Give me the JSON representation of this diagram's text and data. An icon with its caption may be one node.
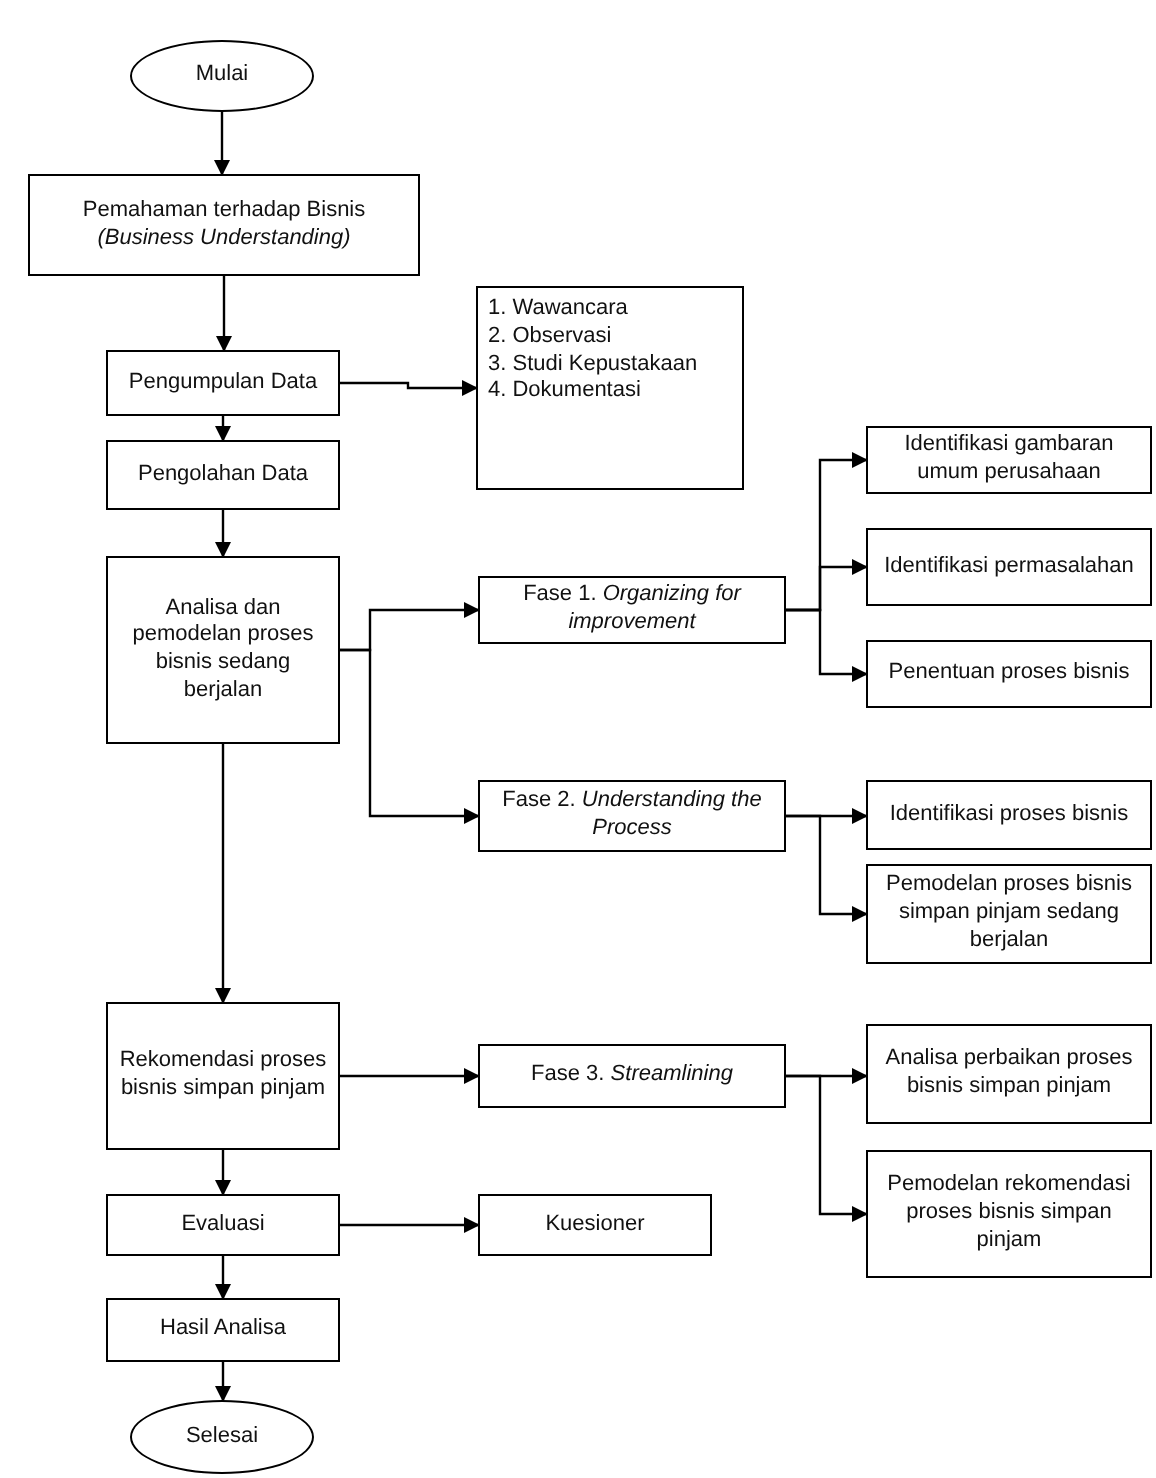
{
  "diagram": {
    "nodes": [
      {
        "text": [
          "Mulai"
        ]
      },
      {
        "text": [
          "Pemahaman terhadap Bisnis *(Business Understanding)*"
        ]
      },
      {
        "text": [
          "Pengumpulan Data"
        ]
      },
      {
        "text": [
          "1. Wawancara",
          "2. Observasi",
          "3. Studi Kepustakaan",
          "4. Dokumentasi"
        ]
      },
      {
        "text": [
          "Pengolahan Data"
        ]
      },
      {
        "text": [
          "Analisa dan pemodelan proses bisnis sedang berjalan"
        ]
      },
      {
        "text": [
          "Fase 1. *Organizing for improvement*"
        ]
      },
      {
        "text": [
          "Identifikasi gambaran umum perusahaan"
        ]
      },
      {
        "text": [
          "Identifikasi permasalahan"
        ]
      },
      {
        "text": [
          "Penentuan proses bisnis"
        ]
      },
      {
        "text": [
          "Fase 2. *Understanding the Process*"
        ]
      },
      {
        "text": [
          "Identifikasi proses bisnis"
        ]
      },
      {
        "text": [
          "Pemodelan proses bisnis simpan pinjam sedang berjalan"
        ]
      },
      {
        "text": [
          "Rekomendasi proses bisnis simpan pinjam"
        ]
      },
      {
        "text": [
          "Fase 3. *Streamlining*"
        ]
      },
      {
        "text": [
          "Analisa perbaikan proses bisnis simpan pinjam"
        ]
      },
      {
        "text": [
          "Pemodelan rekomendasi proses bisnis simpan pinjam"
        ]
      },
      {
        "text": [
          "Evaluasi"
        ]
      },
      {
        "text": [
          "Kuesioner"
        ]
      },
      {
        "text": [
          "Hasil Analisa"
        ]
      },
      {
        "text": [
          "Selesai"
        ]
      }
    ],
    "edges": [
      {
        "from": 0,
        "to": 1,
        "arrow": "to"
      },
      {
        "from": 1,
        "to": 2,
        "arrow": "to"
      },
      {
        "from": 2,
        "to": 3,
        "arrow": "to"
      },
      {
        "from": 2,
        "to": 4,
        "arrow": "to"
      },
      {
        "from": 4,
        "to": 5,
        "arrow": "to"
      },
      {
        "from": 5,
        "to": 6,
        "arrow": "to"
      },
      {
        "from": 5,
        "to": 10,
        "arrow": "to"
      },
      {
        "from": 6,
        "to": 7,
        "arrow": "to"
      },
      {
        "from": 6,
        "to": 8,
        "arrow": "to"
      },
      {
        "from": 6,
        "to": 9,
        "arrow": "to"
      },
      {
        "from": 10,
        "to": 11,
        "arrow": "to"
      },
      {
        "from": 10,
        "to": 12,
        "arrow": "to"
      },
      {
        "from": 5,
        "to": 13,
        "arrow": "to"
      },
      {
        "from": 13,
        "to": 14,
        "arrow": "to"
      },
      {
        "from": 14,
        "to": 15,
        "arrow": "to"
      },
      {
        "from": 14,
        "to": 16,
        "arrow": "to"
      },
      {
        "from": 13,
        "to": 17,
        "arrow": "to"
      },
      {
        "from": 17,
        "to": 18,
        "arrow": "to"
      },
      {
        "from": 17,
        "to": 19,
        "arrow": "to"
      },
      {
        "from": 19,
        "to": 20,
        "arrow": "to"
      }
    ]
  }
}
